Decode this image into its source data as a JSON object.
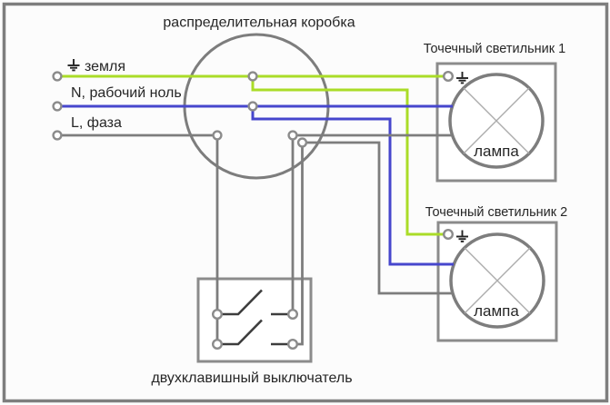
{
  "diagram": {
    "title": "распределительная коробка",
    "feeds": {
      "ground_label": "земля",
      "neutral_label": "N, рабочий ноль",
      "phase_label": "L, фаза"
    },
    "spotlight1": {
      "title": "Точечный светильник 1",
      "lamp_label": "лампа"
    },
    "spotlight2": {
      "title": "Точечный светильник 2",
      "lamp_label": "лампа"
    },
    "switch": {
      "label": "двухклавишный выключатель"
    },
    "icons": {
      "ground_symbol": "earth-ground-icon"
    }
  },
  "colors": {
    "ground_wire": "#aadc28",
    "neutral_wire": "#4646cd",
    "phase_wire": "#7d7d7d",
    "outline": "#8b8b8b",
    "switch_contact": "#3d3d3d",
    "ground_symbol": "#222222",
    "text": "#262626",
    "frame": "#7e7e7e",
    "background": "#fcfcfc"
  }
}
